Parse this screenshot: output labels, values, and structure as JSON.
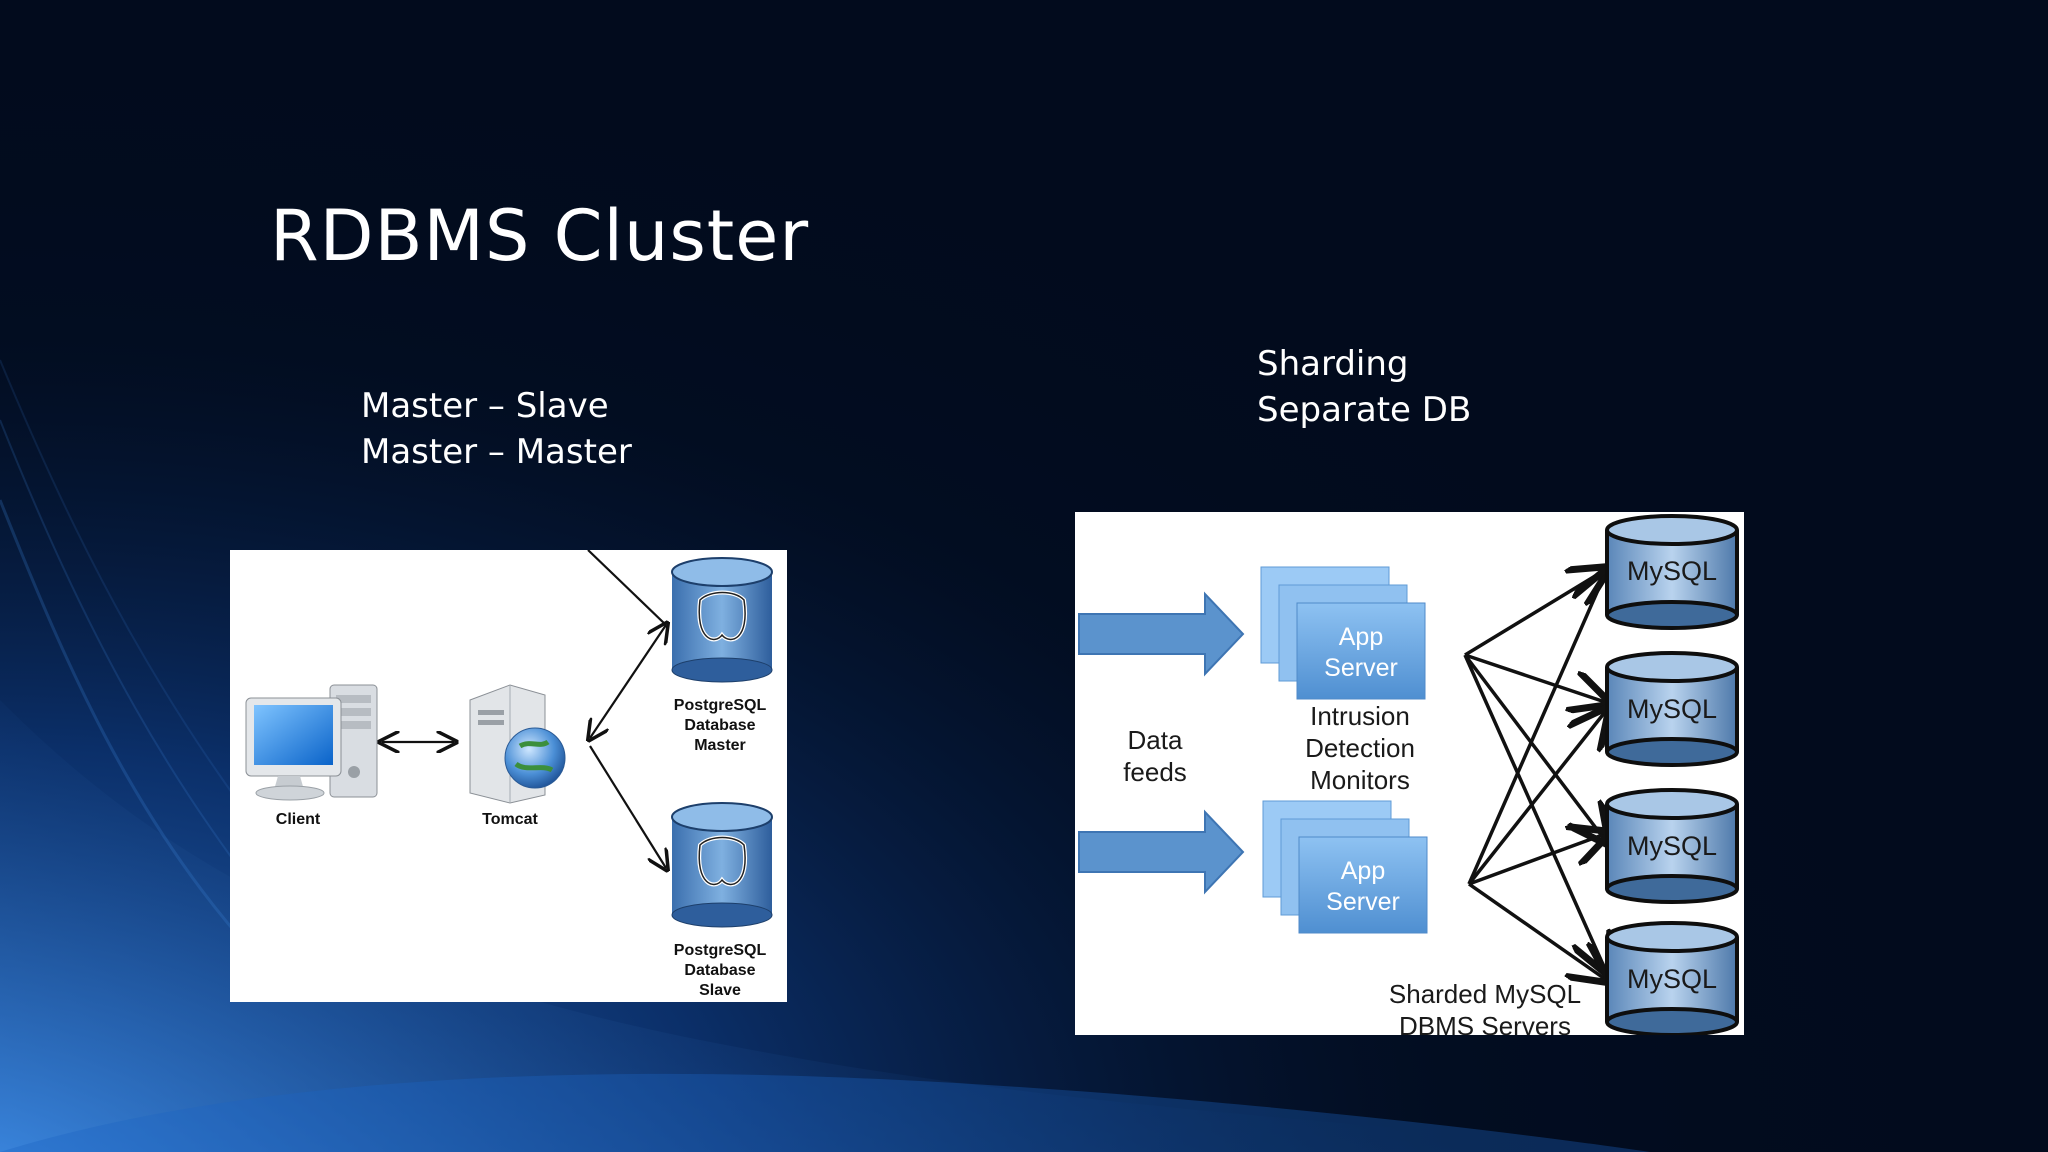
{
  "slide": {
    "title": "RDBMS Cluster",
    "left_bullets": [
      "Master – Slave",
      "Master – Master"
    ],
    "right_bullets": [
      "Sharding",
      "Separate DB"
    ]
  },
  "left_diagram": {
    "client_label": "Client",
    "tomcat_label": "Tomcat",
    "master_label": [
      "PostgreSQL",
      "Database",
      "Master"
    ],
    "slave_label": [
      "PostgreSQL",
      "Database",
      "Slave"
    ]
  },
  "right_diagram": {
    "data_feeds_label": [
      "Data",
      "feeds"
    ],
    "app_server_top": [
      "App",
      "Server"
    ],
    "app_server_bottom": [
      "App",
      "Server"
    ],
    "ids_label": [
      "Intrusion",
      "Detection",
      "Monitors"
    ],
    "db_labels": [
      "MySQL",
      "MySQL",
      "MySQL",
      "MySQL"
    ],
    "sharded_label": [
      "Sharded MySQL",
      "DBMS Servers"
    ]
  },
  "colors": {
    "background": "#020b1d",
    "accent_blue": "#2a6fd1",
    "db_blue": "#6f9fcf",
    "arrow_blue": "#5b93cd"
  }
}
